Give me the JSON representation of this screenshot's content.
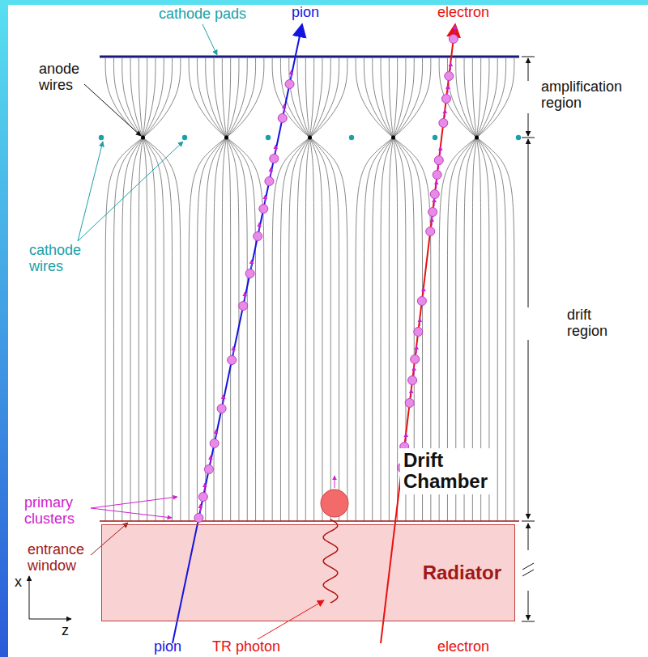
{
  "diagram": {
    "nodes": [
      {
        "text": [
          "Radiator"
        ]
      }
    ],
    "labels": [
      "cathode pads",
      "pion",
      "electron",
      "amplification region",
      "anode wires",
      "cathode wires",
      "drift region",
      "primary clusters",
      "Drift Chamber",
      "entrance window",
      "x",
      "z",
      "pion",
      "TR photon",
      "electron"
    ]
  }
}
